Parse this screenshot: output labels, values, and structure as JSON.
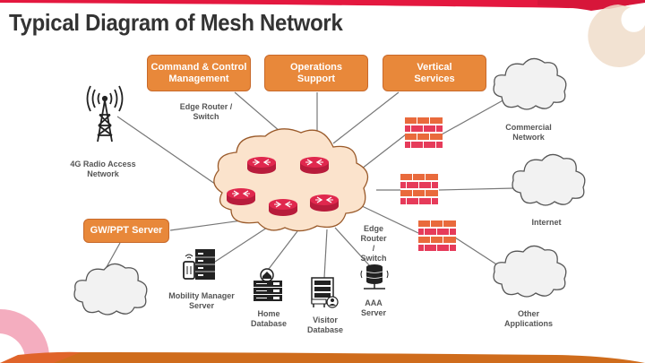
{
  "title": "Typical Diagram of Mesh Network",
  "colors": {
    "accent_red": "#e4183f",
    "accent_orange": "#e8883a",
    "cloud_core_fill": "#fbe3cc",
    "cloud_core_stroke": "#9a5a2a",
    "router": "#e0284e",
    "cloud_fill": "#f2f2f2",
    "cloud_stroke": "#555555",
    "line": "#777777"
  },
  "boxes": {
    "command_control": "Command & Control\nManagement",
    "operations": "Operations\nSupport",
    "vertical": "Vertical\nServices",
    "gw_ppt": "GW/PPT Server"
  },
  "labels": {
    "edge_router_top": "Edge Router /\nSwitch",
    "radio_access": "4G Radio Access\nNetwork",
    "commercial": "Commercial\nNetwork",
    "internet": "Internet",
    "other_apps": "Other\nApplications",
    "mobility": "Mobility Manager\nServer",
    "home_db": "Home\nDatabase",
    "visitor_db": "Visitor\nDatabase",
    "edge_router_bottom": "Edge\nRouter\n/\nSwitch",
    "aaa": "AAA\nServer"
  },
  "icons": {
    "core": "mesh-cloud-with-5-routers",
    "radio": "radio-tower-icon",
    "firewall": "firewall-icon",
    "cloud": "cloud-icon",
    "servers": [
      "mobility-server-icon",
      "home-database-icon",
      "visitor-database-icon",
      "aaa-server-icon"
    ]
  }
}
